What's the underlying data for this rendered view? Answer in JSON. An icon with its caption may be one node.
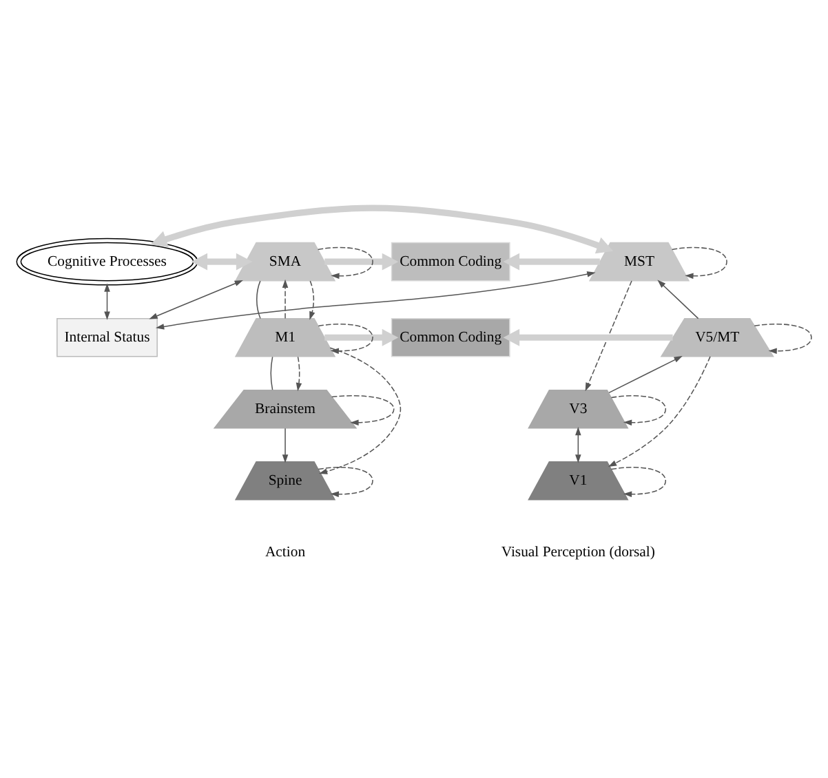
{
  "diagram": {
    "nodes": [
      {
        "text": [
          "Cognitive Processes"
        ]
      },
      {
        "text": [
          "Internal Status"
        ]
      },
      {
        "text": [
          "Common Coding"
        ]
      },
      {
        "text": [
          "Common Coding"
        ]
      },
      {
        "text": [
          "SMA"
        ]
      },
      {
        "text": [
          "M1"
        ]
      },
      {
        "text": [
          "Brainstem"
        ]
      },
      {
        "text": [
          "Spine"
        ]
      },
      {
        "text": [
          "MST"
        ]
      },
      {
        "text": [
          "V5/MT"
        ]
      },
      {
        "text": [
          "V3"
        ]
      },
      {
        "text": [
          "V1"
        ]
      }
    ],
    "edges": [
      {
        "from": 0,
        "to": 1,
        "arrow": "both"
      },
      {
        "from": 4,
        "to": 0,
        "arrow": "both",
        "style": "thick",
        "color": "#d0d0d0"
      },
      {
        "from": 8,
        "to": 0,
        "arrow": "both",
        "style": "thick",
        "color": "#d0d0d0"
      },
      {
        "from": 1,
        "to": 4,
        "arrow": "both"
      },
      {
        "from": 1,
        "to": 8,
        "arrow": "both"
      },
      {
        "from": 4,
        "to": 2,
        "arrow": "to",
        "style": "thick",
        "color": "#d0d0d0"
      },
      {
        "from": 8,
        "to": 2,
        "arrow": "to",
        "style": "thick",
        "color": "#d0d0d0"
      },
      {
        "from": 5,
        "to": 3,
        "arrow": "to",
        "style": "thick",
        "color": "#d0d0d0"
      },
      {
        "from": 9,
        "to": 3,
        "arrow": "to",
        "style": "thick",
        "color": "#d0d0d0"
      },
      {
        "from": 4,
        "to": 5,
        "arrow": "none"
      },
      {
        "from": 5,
        "to": 6,
        "arrow": "none"
      },
      {
        "from": 6,
        "to": 7,
        "arrow": "to"
      },
      {
        "from": 5,
        "to": 4,
        "arrow": "to",
        "style": "dashed"
      },
      {
        "from": 4,
        "to": 5,
        "arrow": "to",
        "style": "dashed"
      },
      {
        "from": 5,
        "to": 6,
        "arrow": "to",
        "style": "dashed"
      },
      {
        "from": 5,
        "to": 7,
        "arrow": "to",
        "style": "dashed"
      },
      {
        "from": 4,
        "to": 4,
        "arrow": "to",
        "style": "dashed"
      },
      {
        "from": 5,
        "to": 5,
        "arrow": "to",
        "style": "dashed"
      },
      {
        "from": 6,
        "to": 6,
        "arrow": "to",
        "style": "dashed"
      },
      {
        "from": 7,
        "to": 7,
        "arrow": "to",
        "style": "dashed"
      },
      {
        "from": 9,
        "to": 8,
        "arrow": "to"
      },
      {
        "from": 10,
        "to": 9,
        "arrow": "to"
      },
      {
        "from": 10,
        "to": 11,
        "arrow": "both"
      },
      {
        "from": 8,
        "to": 10,
        "arrow": "to",
        "style": "dashed"
      },
      {
        "from": 9,
        "to": 11,
        "arrow": "to",
        "style": "dashed"
      },
      {
        "from": 8,
        "to": 8,
        "arrow": "to",
        "style": "dashed"
      },
      {
        "from": 9,
        "to": 9,
        "arrow": "to",
        "style": "dashed"
      },
      {
        "from": 10,
        "to": 10,
        "arrow": "to",
        "style": "dashed"
      },
      {
        "from": 11,
        "to": 11,
        "arrow": "to",
        "style": "dashed"
      }
    ],
    "labels": [
      "Action",
      "Visual Perception (dorsal)"
    ]
  }
}
